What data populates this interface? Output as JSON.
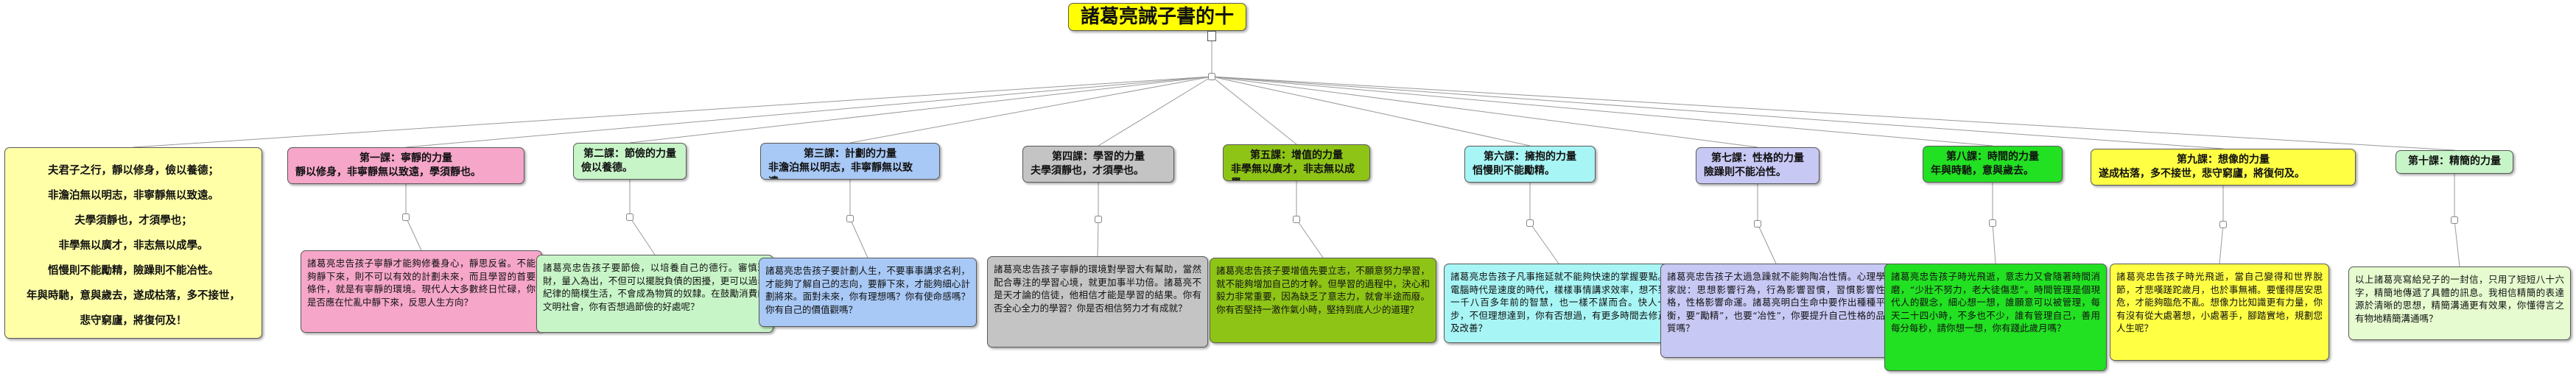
{
  "root": {
    "title": "諸葛亮誡子書的十項功課",
    "color": "#ffff00"
  },
  "intro": {
    "color": "#ffffa8",
    "lines": [
      "夫君子之行，靜以修身，儉以養德；",
      "非澹泊無以明志，非寧靜無以致遠。",
      "夫學須靜也，才須學也；",
      "非學無以廣才，非志無以成學。",
      "慆慢則不能勵精，險躁則不能冶性。",
      "年與時馳，意與歲去，遂成枯落，多不接世，",
      "悲守窮廬，將復何及！"
    ]
  },
  "lessons": [
    {
      "title": "第一課：寧靜的力量",
      "subtitle": "靜以修身，非寧靜無以致遠，學須靜也。",
      "color": "#f5a6c9",
      "detail_color": "#f5a6c9",
      "detail": "諸葛亮忠告孩子寧靜才能夠修養身心，靜思反省。不能夠靜下來，則不可以有效的計劃未來，而且學習的首要條件，就是有寧靜的環境。現代人大多數終日忙碌，你是否應在忙亂中靜下來，反思人生方向？"
    },
    {
      "title": "第二課：節儉的力量",
      "subtitle": "儉以養德。",
      "color": "#c8f5c8",
      "detail_color": "#c8f5c8",
      "detail": "諸葛亮忠告孩子要節儉，以培養自己的德行。審慎理財，量入為出，不但可以擺脫負債的困擾，更可以過着紀律的簡樸生活，不會成為物質的奴隸。在鼓勵消費的文明社會，你有否想過節儉的好處呢？"
    },
    {
      "title": "第三課：計劃的力量",
      "subtitle": "非澹泊無以明志，非寧靜無以致遠。",
      "color": "#a8c8f5",
      "detail_color": "#a8c8f5",
      "detail": "諸葛亮忠告孩子要計劃人生，不要事事講求名利，才能夠了解自己的志向，要靜下來，才能夠細心計劃將來。面對未來，你有理想嗎？你有使命感嗎？你有自己的價值觀嗎？"
    },
    {
      "title": "第四課：學習的力量",
      "subtitle": "夫學須靜也，才須學也。",
      "color": "#c4c4c4",
      "detail_color": "#c4c4c4",
      "detail": "諸葛亮忠告孩子寧靜的環境對學習大有幫助，當然配合專注的學習心境，就更加事半功倍。諸葛亮不是天才論的信徒，他相信才能是學習的結果。你有否全心全力的學習？你是否相信努力才有成就？"
    },
    {
      "title": "第五課：增值的力量",
      "subtitle": "非學無以廣才，非志無以成學。",
      "color": "#8ec416",
      "detail_color": "#8ec416",
      "detail": "諸葛亮忠告孩子要增值先要立志，不願意努力學習，就不能夠增加自己的才幹。但學習的過程中，決心和毅力非常重要，因為缺乏了意志力，就會半途而廢。你有否堅持一激作氣小時，堅持到底人少的道理？"
    },
    {
      "title": "第六課：擁抱的力量",
      "subtitle": "慆慢則不能勵精。",
      "color": "#a8f5f5",
      "detail_color": "#a8f5f5",
      "detail": "諸葛亮忠告孩子凡事拖延就不能夠快速的掌握要點。電腦時代是速度的時代，樣樣事情講求效率，想不到一千八百多年前的智慧，也一樣不謀而合。快人一步，不但理想達到，你有否想過，有更多時間去修正及改善？"
    },
    {
      "title": "第七課：性格的力量",
      "subtitle": "險躁則不能冶性。",
      "color": "#c8c8f5",
      "detail_color": "#c8c8f5",
      "detail": "諸葛亮忠告孩子太過急躁就不能夠陶冶性情。心理學家說：思想影響行為，行為影響習慣，習慣影響性格，性格影響命運。諸葛亮明白生命中要作出種種平衡，要“勵精”，也要“冶性”，你要提升自己性格的品質嗎？"
    },
    {
      "title": "第八課：時間的力量",
      "subtitle": "年與時馳，意與歲去。",
      "color": "#22e022",
      "detail_color": "#22e022",
      "detail": "諸葛亮忠告孩子時光飛逝，意志力又會隨著時間消磨，“少壯不努力，老大徒傷悲”。時間管理是個現代人的觀念，細心想一想，誰願意可以被管理，每天二十四小時，不多也不少，誰有管理自己，善用每分每秒，請你想一想，你有踐此歲月嗎？"
    },
    {
      "title": "第九課：想像的力量",
      "subtitle": "遂成枯落，多不接世，悲守窮廬，將復何及。",
      "color": "#ffff44",
      "detail_color": "#ffff44",
      "detail": "諸葛亮忠告孩子時光飛逝，當自己變得和世界脫節，才悲嘆蹉跎歲月，也於事無補。要懂得居安思危，才能夠臨危不亂。想像力比知識更有力量，你有沒有從大處著想，小處著手，腳踏實地，規劃您人生呢？"
    },
    {
      "title": "第十課：精簡的力量",
      "subtitle": "",
      "color": "#c8f5c8",
      "detail_color": "#e6fbd0",
      "detail": "以上諸葛亮寫給兒子的一封信，只用了短短八十六字，精簡地傳遞了具體的訊息。我相信精簡的表達源於清晰的思想，精簡溝通更有效果，你懂得言之有物地精簡溝通嗎？"
    }
  ]
}
